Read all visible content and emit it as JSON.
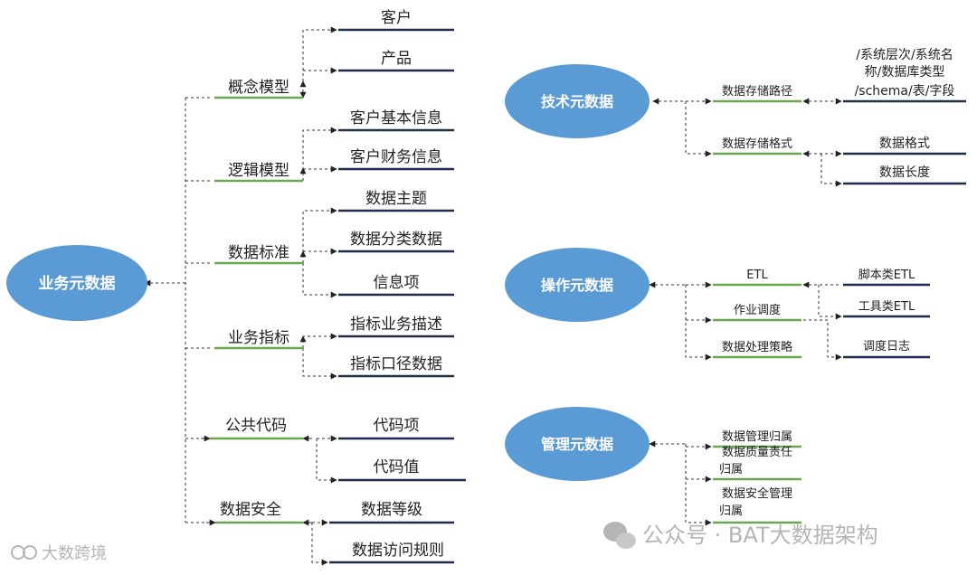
{
  "colors": {
    "ellipse": "#5b9bd5",
    "green_line": "#6aa84f",
    "navy_line": "#1f2d4d",
    "connector": "#333333"
  },
  "business": {
    "root": "业务元数据",
    "concept": {
      "label": "概念模型",
      "children": [
        "客户",
        "产品"
      ]
    },
    "logic": {
      "label": "逻辑模型",
      "children": [
        "客户基本信息",
        "客户财务信息"
      ]
    },
    "standard": {
      "label": "数据标准",
      "children": [
        "数据主题",
        "数据分类数据",
        "信息项"
      ]
    },
    "indicator": {
      "label": "业务指标",
      "children": [
        "指标业务描述",
        "指标口径数据"
      ]
    },
    "code": {
      "label": "公共代码",
      "children": [
        "代码项",
        "代码值"
      ]
    },
    "security": {
      "label": "数据安全",
      "children": [
        "数据等级",
        "数据访问规则"
      ]
    }
  },
  "technical": {
    "root": "技术元数据",
    "path": {
      "label": "数据存储路径",
      "detail": [
        "/系统层次/系统名",
        "称/数据库类型",
        "/schema/表/字段"
      ]
    },
    "format": {
      "label": "数据存储格式",
      "children": [
        "数据格式",
        "数据长度"
      ]
    }
  },
  "operation": {
    "root": "操作元数据",
    "etl": "ETL",
    "schedule": "作业调度",
    "strategy": "数据处理策略",
    "right": [
      "脚本类ETL",
      "工具类ETL",
      "调度日志"
    ]
  },
  "management": {
    "root": "管理元数据",
    "items": [
      "数据管理归属",
      "数据质量责任",
      "归属",
      "数据安全管理",
      "归属"
    ]
  },
  "watermark": {
    "left": "大数跨境",
    "right": "公众号 · BAT大数据架构"
  }
}
